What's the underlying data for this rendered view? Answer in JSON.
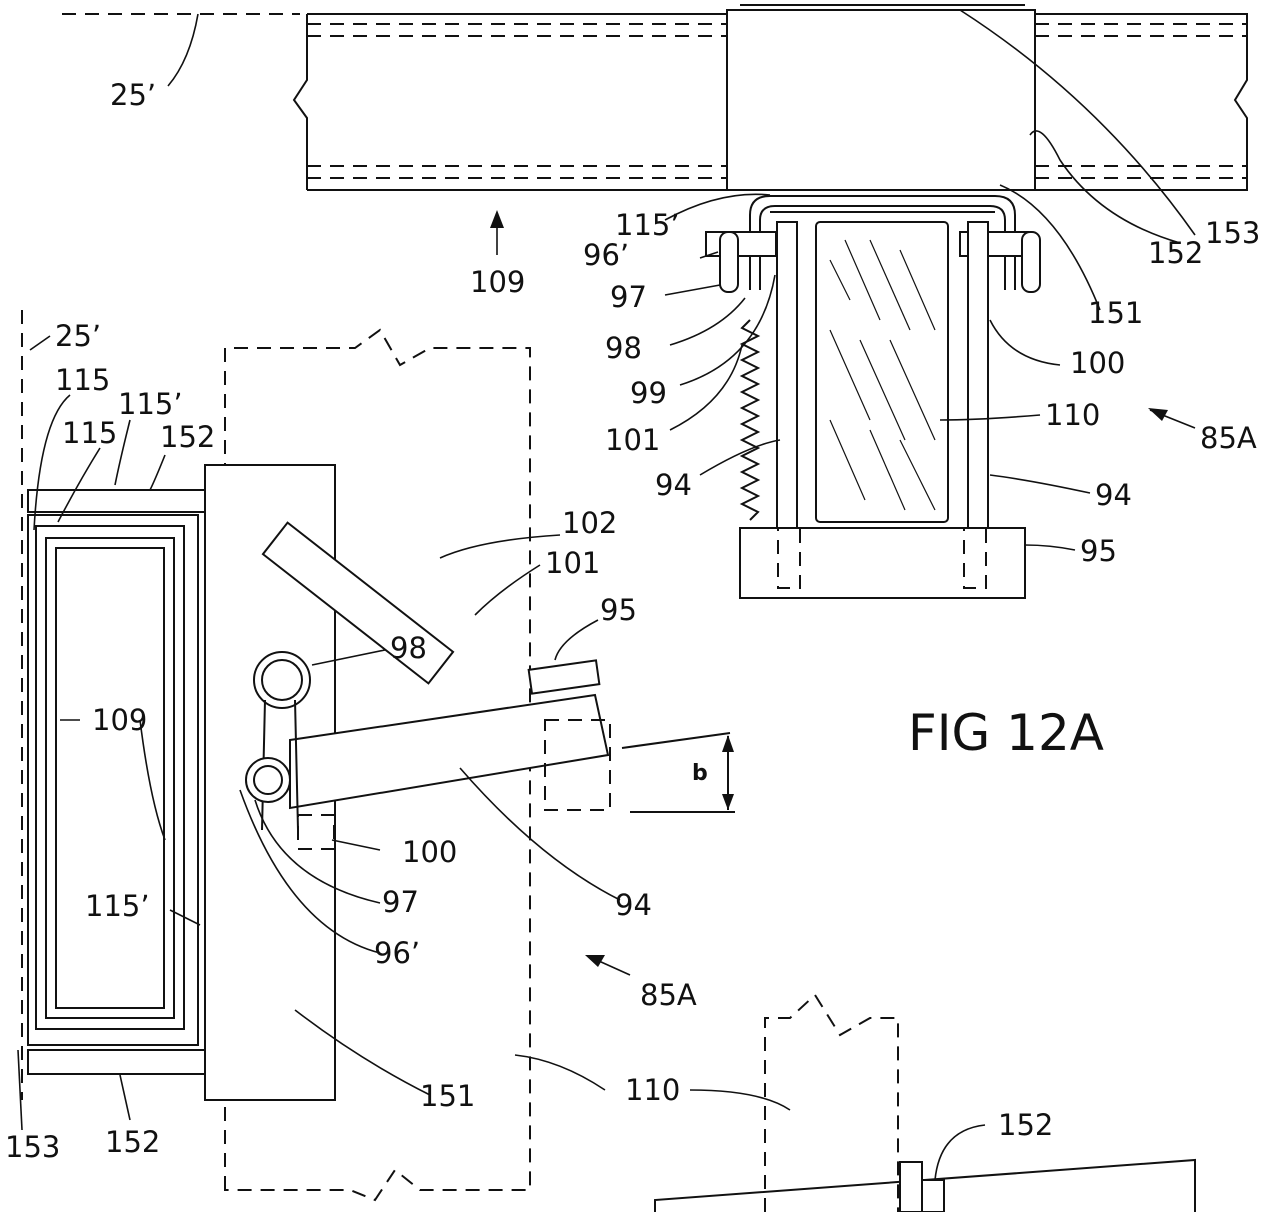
{
  "figure": {
    "title": "FIG 12A",
    "labels": {
      "l25a": "25’",
      "l109a": "109",
      "l115pa": "115’",
      "l96pa": "96’",
      "l97a": "97",
      "l98a": "98",
      "l99a": "99",
      "l101a": "101",
      "l94a": "94",
      "l110a": "110",
      "l100a": "100",
      "l151a": "151",
      "l152a": "152",
      "l153a": "153",
      "l94b": "94",
      "l95a": "95",
      "l85a": "85A",
      "l25b": "25’",
      "l115a": "115",
      "l115pb": "115’",
      "l115b": "115",
      "l152b": "152",
      "l109b": "109",
      "l115pc": "115’",
      "l153b": "153",
      "l152c": "152",
      "l102a": "102",
      "l101b": "101",
      "l95b": "95",
      "l98b": "98",
      "lb": "b",
      "l100b": "100",
      "l97b": "97",
      "l94c": "94",
      "l96pb": "96’",
      "l85b": "85A",
      "l151b": "151",
      "l110b": "110",
      "l152d": "152"
    }
  }
}
